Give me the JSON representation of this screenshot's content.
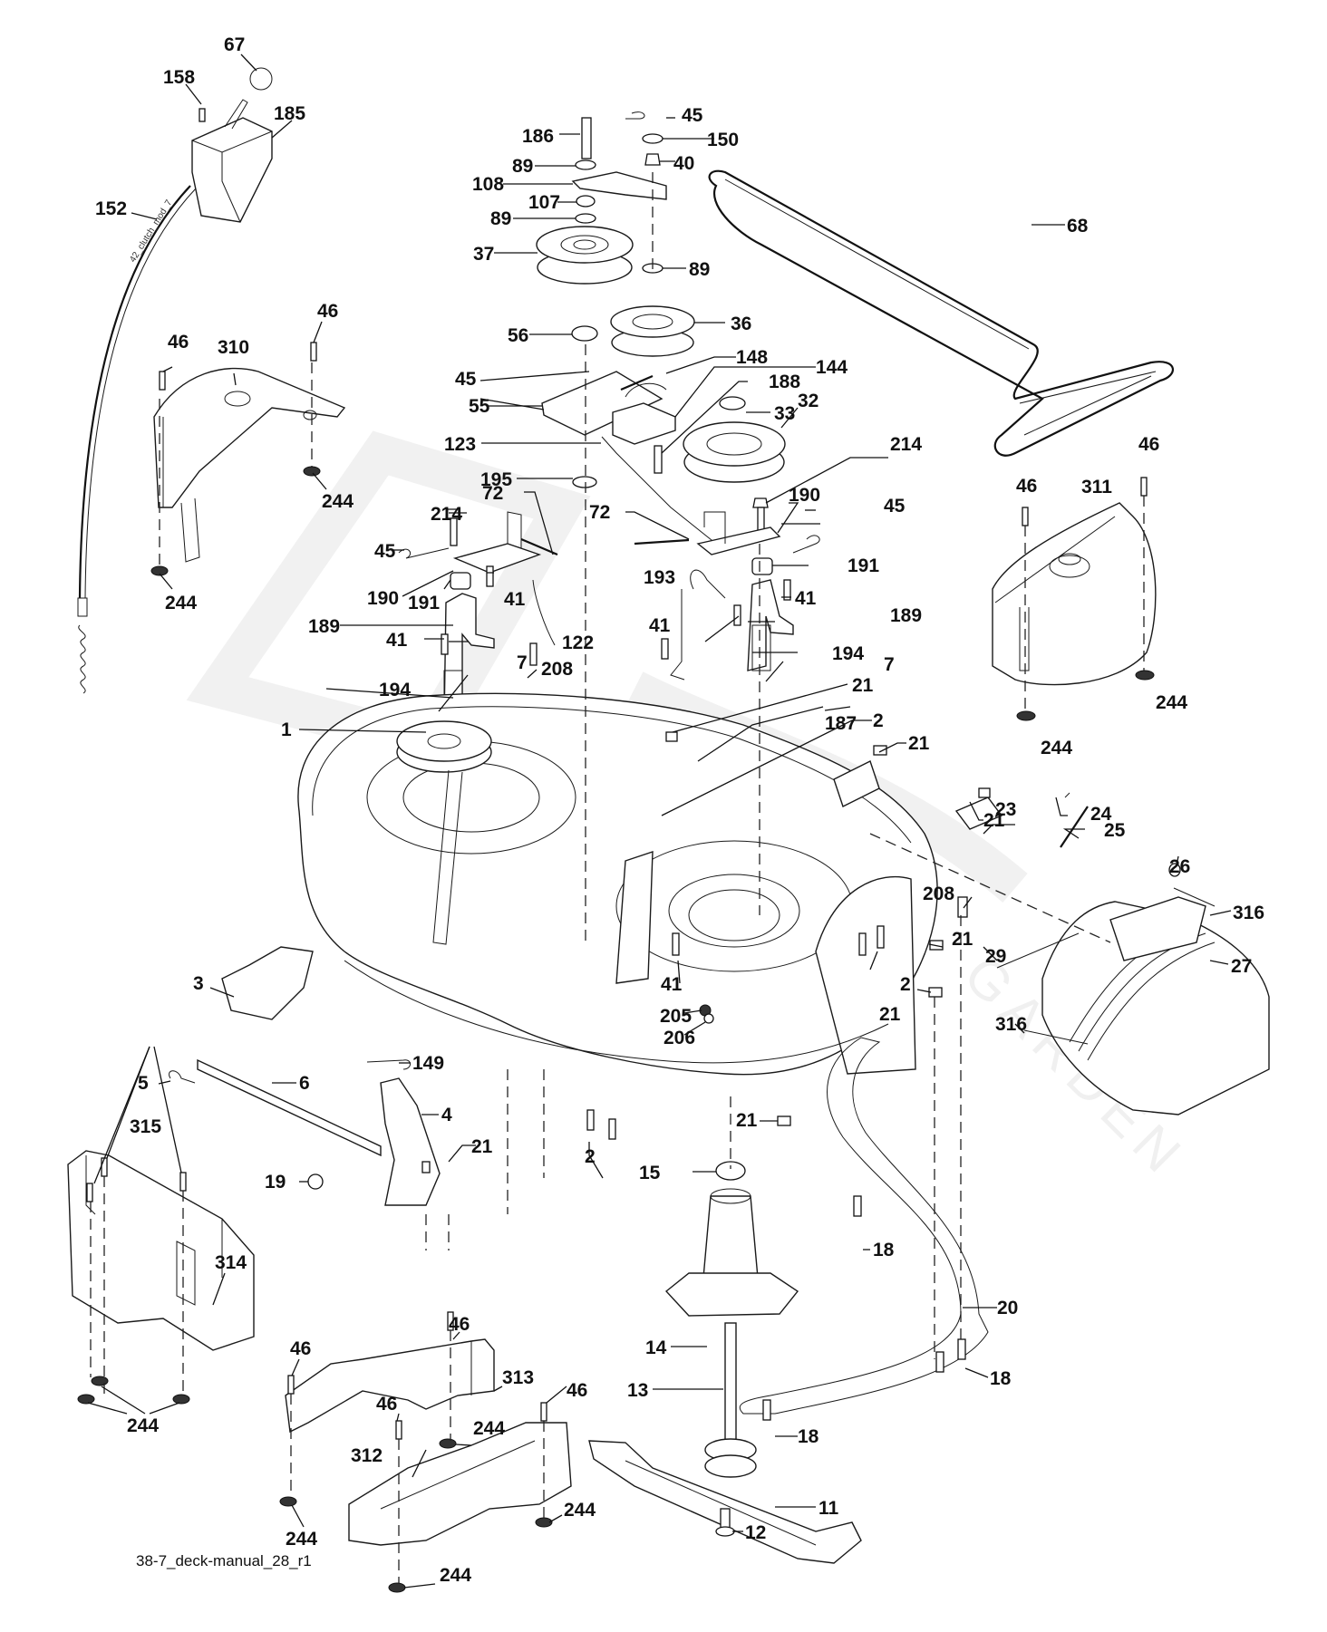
{
  "diagram": {
    "title": "Mower deck exploded parts diagram",
    "drawing_id": "38-7_deck-manual_28_r1",
    "cable_marking": "42_clutch_mod_7",
    "watermark_text": "GARDEN",
    "callouts": [
      {
        "id": "c67",
        "label": "67"
      },
      {
        "id": "c158",
        "label": "158"
      },
      {
        "id": "c185",
        "label": "185"
      },
      {
        "id": "c152",
        "label": "152"
      },
      {
        "id": "c46a",
        "label": "46"
      },
      {
        "id": "c46b",
        "label": "46"
      },
      {
        "id": "c310",
        "label": "310"
      },
      {
        "id": "c244a",
        "label": "244"
      },
      {
        "id": "c244b",
        "label": "244"
      },
      {
        "id": "c186",
        "label": "186"
      },
      {
        "id": "c89a",
        "label": "89"
      },
      {
        "id": "c108",
        "label": "108"
      },
      {
        "id": "c107",
        "label": "107"
      },
      {
        "id": "c89b",
        "label": "89"
      },
      {
        "id": "c37",
        "label": "37"
      },
      {
        "id": "c56",
        "label": "56"
      },
      {
        "id": "c45a",
        "label": "45"
      },
      {
        "id": "c150",
        "label": "150"
      },
      {
        "id": "c40",
        "label": "40"
      },
      {
        "id": "c89c",
        "label": "89"
      },
      {
        "id": "c36",
        "label": "36"
      },
      {
        "id": "c148",
        "label": "148"
      },
      {
        "id": "c144",
        "label": "144"
      },
      {
        "id": "c188",
        "label": "188"
      },
      {
        "id": "c45b",
        "label": "45"
      },
      {
        "id": "c55",
        "label": "55"
      },
      {
        "id": "c33",
        "label": "33"
      },
      {
        "id": "c32",
        "label": "32"
      },
      {
        "id": "c123",
        "label": "123"
      },
      {
        "id": "c68",
        "label": "68"
      },
      {
        "id": "c195",
        "label": "195"
      },
      {
        "id": "c214a",
        "label": "214"
      },
      {
        "id": "c214b",
        "label": "214"
      },
      {
        "id": "c72a",
        "label": "72"
      },
      {
        "id": "c72b",
        "label": "72"
      },
      {
        "id": "c190a",
        "label": "190"
      },
      {
        "id": "c190b",
        "label": "190"
      },
      {
        "id": "c45c",
        "label": "45"
      },
      {
        "id": "c45d",
        "label": "45"
      },
      {
        "id": "c191a",
        "label": "191"
      },
      {
        "id": "c191b",
        "label": "191"
      },
      {
        "id": "c41a",
        "label": "41"
      },
      {
        "id": "c41b",
        "label": "41"
      },
      {
        "id": "c41c",
        "label": "41"
      },
      {
        "id": "c41d",
        "label": "41"
      },
      {
        "id": "c41e",
        "label": "41"
      },
      {
        "id": "c189a",
        "label": "189"
      },
      {
        "id": "c189b",
        "label": "189"
      },
      {
        "id": "c122",
        "label": "122"
      },
      {
        "id": "c193",
        "label": "193"
      },
      {
        "id": "c194a",
        "label": "194"
      },
      {
        "id": "c194b",
        "label": "194"
      },
      {
        "id": "c7a",
        "label": "7"
      },
      {
        "id": "c7b",
        "label": "7"
      },
      {
        "id": "c208a",
        "label": "208"
      },
      {
        "id": "c208b",
        "label": "208"
      },
      {
        "id": "c1",
        "label": "1"
      },
      {
        "id": "c21a",
        "label": "21"
      },
      {
        "id": "c21b",
        "label": "21"
      },
      {
        "id": "c21c",
        "label": "21"
      },
      {
        "id": "c21d",
        "label": "21"
      },
      {
        "id": "c21e",
        "label": "21"
      },
      {
        "id": "c21f",
        "label": "21"
      },
      {
        "id": "c21g",
        "label": "21"
      },
      {
        "id": "c187",
        "label": "187"
      },
      {
        "id": "c2a",
        "label": "2"
      },
      {
        "id": "c2b",
        "label": "2"
      },
      {
        "id": "c2c",
        "label": "2"
      },
      {
        "id": "c311",
        "label": "311"
      },
      {
        "id": "c46c",
        "label": "46"
      },
      {
        "id": "c46d",
        "label": "46"
      },
      {
        "id": "c244c",
        "label": "244"
      },
      {
        "id": "c244d",
        "label": "244"
      },
      {
        "id": "c23",
        "label": "23"
      },
      {
        "id": "c24",
        "label": "24"
      },
      {
        "id": "c25",
        "label": "25"
      },
      {
        "id": "c26",
        "label": "26"
      },
      {
        "id": "c316a",
        "label": "316"
      },
      {
        "id": "c316b",
        "label": "316"
      },
      {
        "id": "c27",
        "label": "27"
      },
      {
        "id": "c29",
        "label": "29"
      },
      {
        "id": "c205",
        "label": "205"
      },
      {
        "id": "c206",
        "label": "206"
      },
      {
        "id": "c3",
        "label": "3"
      },
      {
        "id": "c5",
        "label": "5"
      },
      {
        "id": "c6",
        "label": "6"
      },
      {
        "id": "c149",
        "label": "149"
      },
      {
        "id": "c4",
        "label": "4"
      },
      {
        "id": "c19",
        "label": "19"
      },
      {
        "id": "c315",
        "label": "315"
      },
      {
        "id": "c314",
        "label": "314"
      },
      {
        "id": "c15",
        "label": "15"
      },
      {
        "id": "c18a",
        "label": "18"
      },
      {
        "id": "c18b",
        "label": "18"
      },
      {
        "id": "c18c",
        "label": "18"
      },
      {
        "id": "c20",
        "label": "20"
      },
      {
        "id": "c14",
        "label": "14"
      },
      {
        "id": "c13",
        "label": "13"
      },
      {
        "id": "c11",
        "label": "11"
      },
      {
        "id": "c12",
        "label": "12"
      },
      {
        "id": "c313",
        "label": "313"
      },
      {
        "id": "c312",
        "label": "312"
      },
      {
        "id": "c46e",
        "label": "46"
      },
      {
        "id": "c46f",
        "label": "46"
      },
      {
        "id": "c46g",
        "label": "46"
      },
      {
        "id": "c46h",
        "label": "46"
      },
      {
        "id": "c244e",
        "label": "244"
      },
      {
        "id": "c244f",
        "label": "244"
      },
      {
        "id": "c244g",
        "label": "244"
      },
      {
        "id": "c244h",
        "label": "244"
      },
      {
        "id": "c244i",
        "label": "244"
      }
    ]
  }
}
